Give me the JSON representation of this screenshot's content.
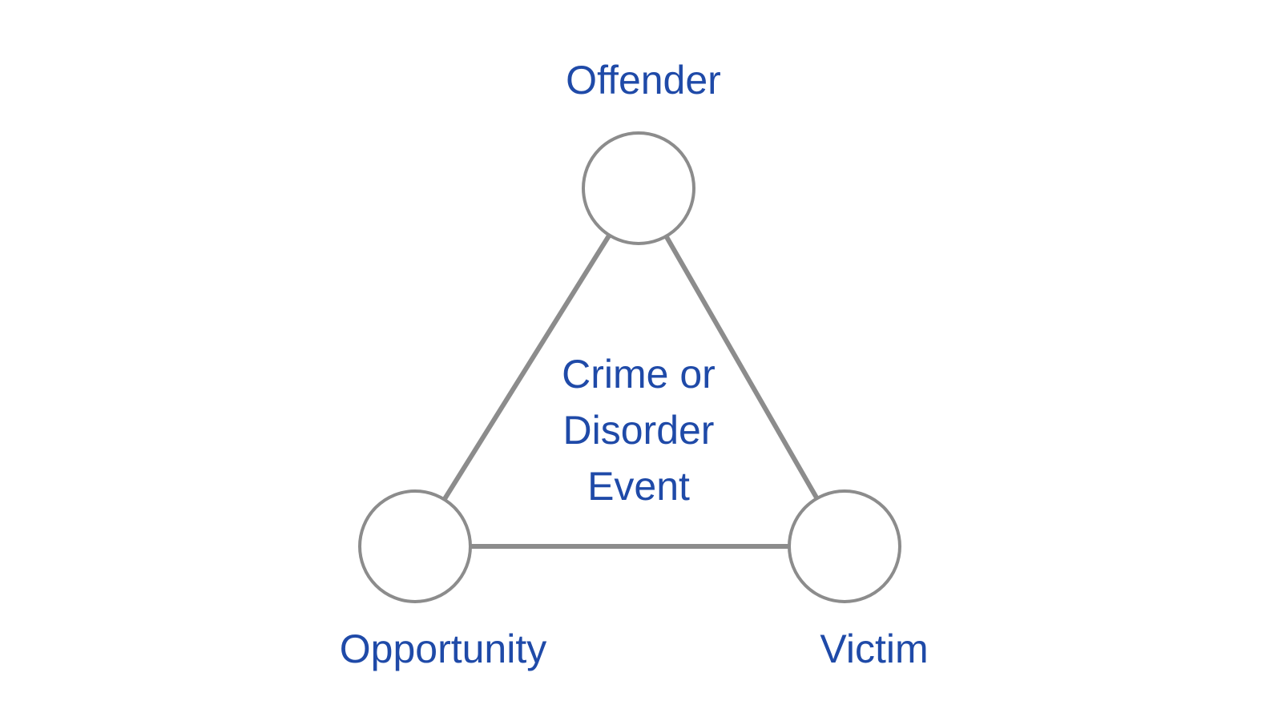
{
  "diagram": {
    "nodes": {
      "offender": {
        "label": "Offender"
      },
      "opportunity": {
        "label": "Opportunity"
      },
      "victim": {
        "label": "Victim"
      }
    },
    "center": {
      "lines": [
        "Crime or",
        "Disorder",
        "Event"
      ]
    },
    "colors": {
      "text": "#1f4aa8",
      "stroke": "#8c8c8c",
      "node_fill": "#ffffff",
      "background": "#ffffff"
    }
  }
}
